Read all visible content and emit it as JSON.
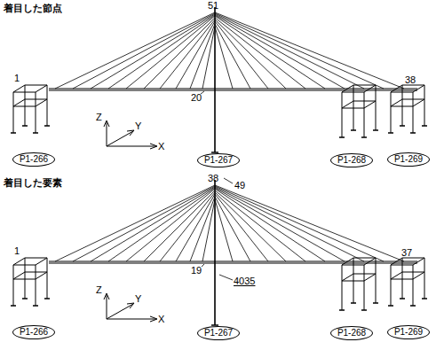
{
  "diagram": {
    "nodes": [
      {
        "text": [
          "P1-266"
        ]
      },
      {
        "text": [
          "P1-267"
        ]
      },
      {
        "text": [
          "P1-268"
        ]
      },
      {
        "text": [
          "P1-269"
        ]
      },
      {
        "text": [
          "P1-266"
        ]
      },
      {
        "text": [
          "P1-267"
        ]
      },
      {
        "text": [
          "P1-268"
        ]
      },
      {
        "text": [
          "P1-269"
        ]
      }
    ],
    "labels": [
      "着目した節点",
      "51",
      "1",
      "20",
      "38",
      "Z",
      "Y",
      "X",
      "着目した要素",
      "38",
      "49",
      "1",
      "19",
      "4035",
      "37",
      "Z",
      "Y",
      "X"
    ]
  }
}
